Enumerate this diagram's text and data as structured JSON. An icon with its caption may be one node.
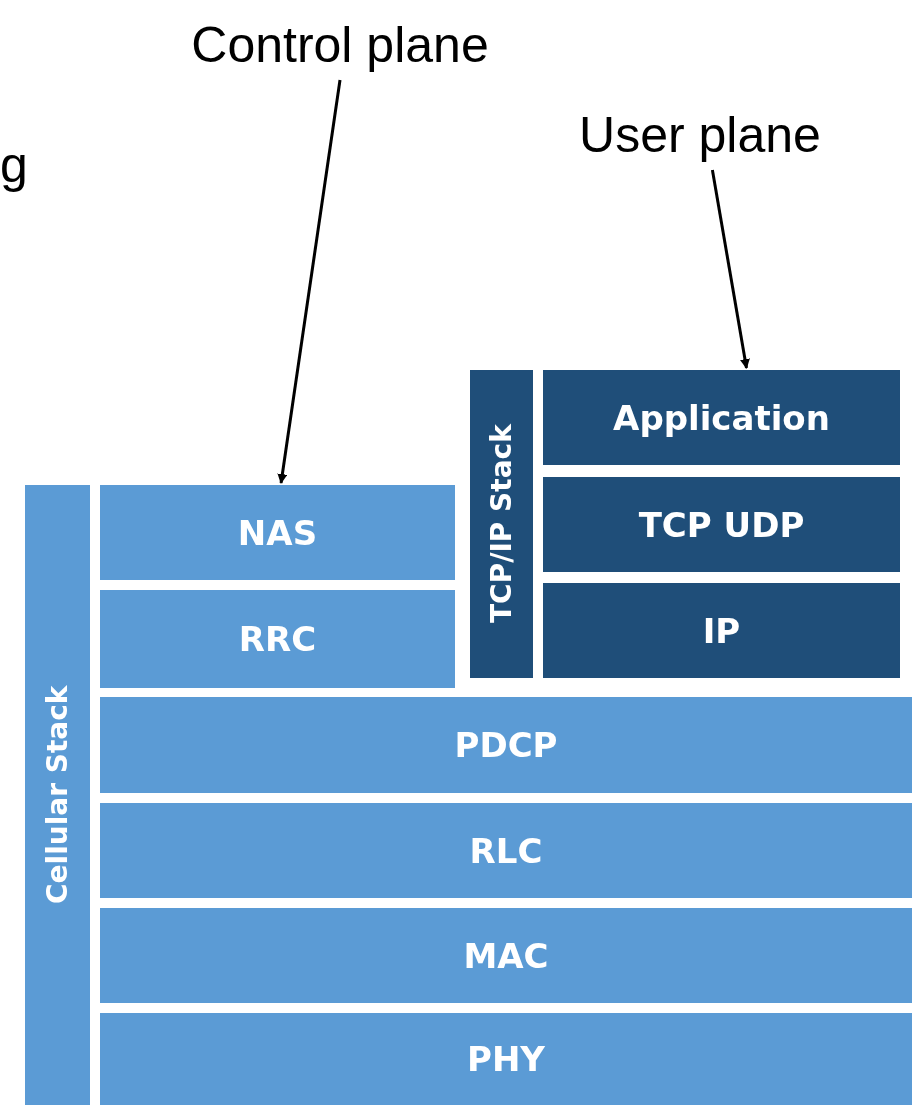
{
  "diagram": {
    "nodes": [
      {
        "text": [
          "Control plane"
        ]
      },
      {
        "text": [
          "User plane"
        ]
      },
      {
        "text": [
          "Cellular Stack"
        ]
      },
      {
        "text": [
          "TCP/IP Stack"
        ]
      },
      {
        "text": [
          "Application"
        ]
      },
      {
        "text": [
          "TCP UDP"
        ]
      },
      {
        "text": [
          "IP"
        ]
      },
      {
        "text": [
          "NAS"
        ]
      },
      {
        "text": [
          "RRC"
        ]
      },
      {
        "text": [
          "PDCP"
        ]
      },
      {
        "text": [
          "RLC"
        ]
      },
      {
        "text": [
          "MAC"
        ]
      },
      {
        "text": [
          "PHY"
        ]
      }
    ],
    "edges": [
      {
        "from": 0,
        "to": 7,
        "arrow": "to"
      },
      {
        "from": 1,
        "to": 4,
        "arrow": "to"
      }
    ],
    "labels": [
      "g"
    ]
  }
}
